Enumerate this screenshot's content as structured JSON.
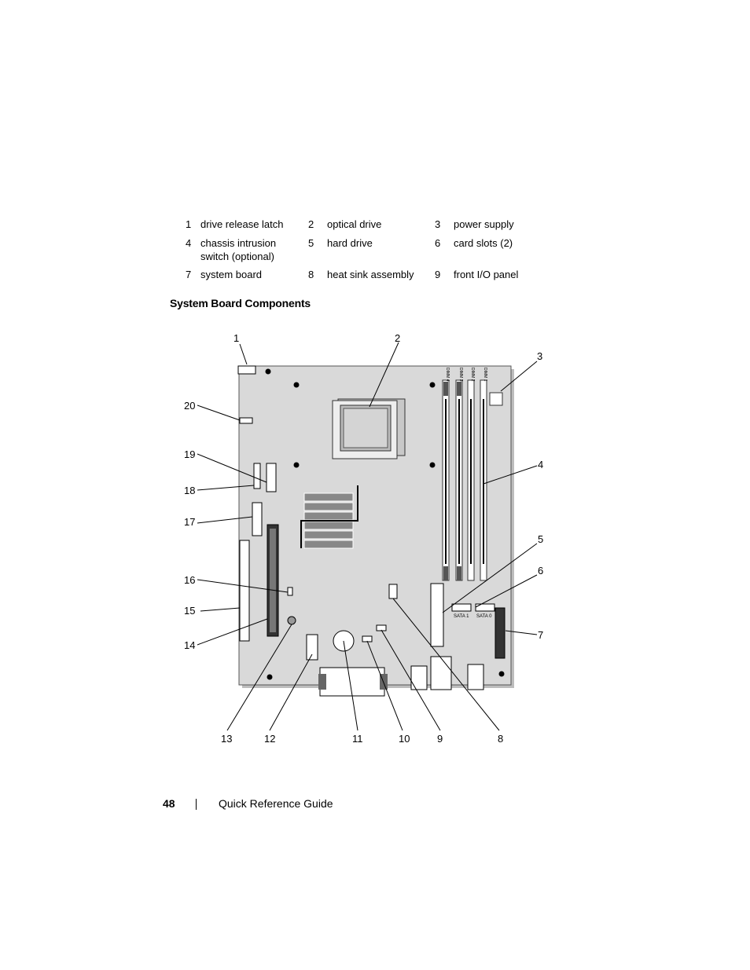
{
  "legend": [
    {
      "num": "1",
      "label": "drive release latch"
    },
    {
      "num": "2",
      "label": "optical drive"
    },
    {
      "num": "3",
      "label": "power supply"
    },
    {
      "num": "4",
      "label": "chassis intrusion switch (optional)"
    },
    {
      "num": "5",
      "label": "hard drive"
    },
    {
      "num": "6",
      "label": "card slots (2)"
    },
    {
      "num": "7",
      "label": "system board"
    },
    {
      "num": "8",
      "label": "heat sink assembly"
    },
    {
      "num": "9",
      "label": "front I/O panel"
    }
  ],
  "section_title": "System Board Components",
  "diagram": {
    "dimm_labels": [
      "DIMM 4",
      "DIMM 3",
      "DIMM 2",
      "DIMM 1"
    ],
    "sata_labels": [
      "SATA 1",
      "SATA 0"
    ],
    "callouts": [
      "1",
      "2",
      "3",
      "4",
      "5",
      "6",
      "7",
      "8",
      "9",
      "10",
      "11",
      "12",
      "13",
      "14",
      "15",
      "16",
      "17",
      "18",
      "19",
      "20"
    ]
  },
  "footer": {
    "page_number": "48",
    "guide_title": "Quick Reference Guide"
  }
}
